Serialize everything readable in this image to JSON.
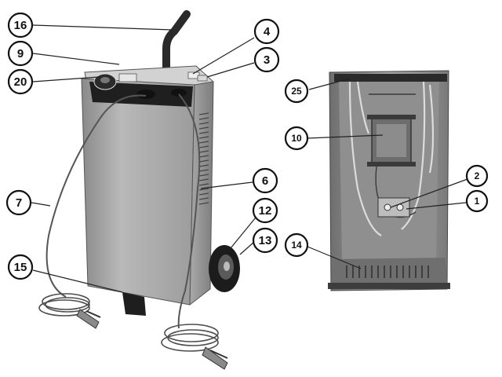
{
  "figure": {
    "callouts": [
      {
        "id": "c16",
        "label": "16"
      },
      {
        "id": "c9",
        "label": "9"
      },
      {
        "id": "c20",
        "label": "20"
      },
      {
        "id": "c4",
        "label": "4"
      },
      {
        "id": "c3",
        "label": "3"
      },
      {
        "id": "c6",
        "label": "6"
      },
      {
        "id": "c7",
        "label": "7"
      },
      {
        "id": "c12",
        "label": "12"
      },
      {
        "id": "c13",
        "label": "13"
      },
      {
        "id": "c15",
        "label": "15"
      },
      {
        "id": "c25",
        "label": "25"
      },
      {
        "id": "c10",
        "label": "10"
      },
      {
        "id": "c2",
        "label": "2"
      },
      {
        "id": "c1",
        "label": "1"
      },
      {
        "id": "c14",
        "label": "14"
      }
    ]
  }
}
